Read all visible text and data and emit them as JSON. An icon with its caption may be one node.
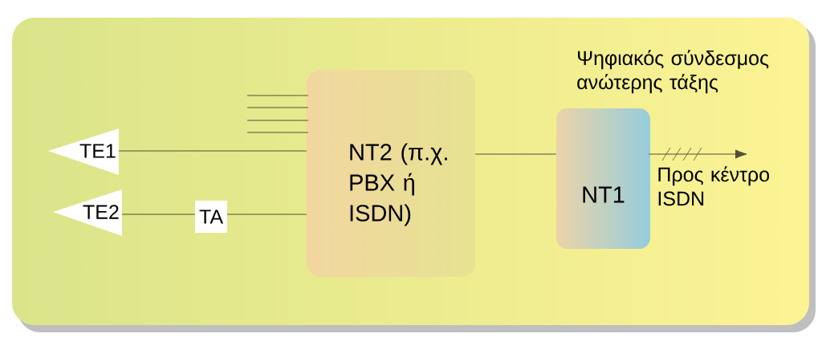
{
  "diagram": {
    "nodes": [
      {
        "text": [
          "TE1"
        ]
      },
      {
        "text": [
          "TE2"
        ]
      },
      {
        "text": [
          "TA"
        ]
      },
      {
        "text": [
          "NT2 (π.χ. PBX ή ISDN)"
        ]
      },
      {
        "text": [
          "NT1"
        ]
      }
    ],
    "edges": [
      {
        "from": 0,
        "to": 3,
        "arrow": "none"
      },
      {
        "from": 1,
        "to": 2,
        "arrow": "none"
      },
      {
        "from": 2,
        "to": 3,
        "arrow": "none"
      },
      {
        "from": null,
        "to": 3,
        "arrow": "none"
      },
      {
        "from": null,
        "to": 3,
        "arrow": "none"
      },
      {
        "from": null,
        "to": 3,
        "arrow": "none"
      },
      {
        "from": null,
        "to": 3,
        "arrow": "none"
      },
      {
        "from": 3,
        "to": 4,
        "arrow": "none"
      },
      {
        "from": 4,
        "to": null,
        "arrow": "to",
        "label": "Προς κέντρο ISDN"
      }
    ],
    "labels": [
      "Ψηφιακός σύνδεσμος ανώτερης τάξης"
    ]
  }
}
